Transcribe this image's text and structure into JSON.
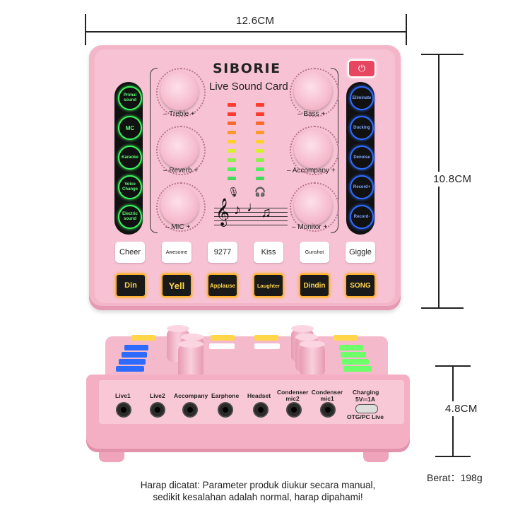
{
  "dimensions": {
    "width": "12.6CM",
    "height": "10.8CM",
    "depth": "4.8CM"
  },
  "brand": {
    "logo": "SIBORIE",
    "product": "Live Sound Card"
  },
  "power_icon": "power-icon",
  "left_buttons": [
    "Primal sound",
    "MC",
    "Karaoke",
    "Voice Change",
    "Electric sound"
  ],
  "right_buttons": [
    "Eliminate",
    "Ducking",
    "Denoise",
    "Record+",
    "Record-"
  ],
  "knobs": {
    "treble": "– Treble +",
    "reverb": "– Reverb +",
    "mic": "–   MIC   +",
    "bass": "– Bass +",
    "accompany": "– Accompany +",
    "monitor": "– Monitor +"
  },
  "sfx_white": [
    "Cheer",
    "Awesome",
    "9277",
    "Kiss",
    "Gunshot",
    "Giggle"
  ],
  "sfx_black": [
    "Din",
    "Yell",
    "Applause",
    "Laughter",
    "Dindin",
    "SONG"
  ],
  "ports": {
    "live1": "Live1",
    "live2": "Live2",
    "accompany": "Accompany",
    "earphone": "Earphone",
    "headset": "Headset",
    "condenser_mic2": "Condenser mic2",
    "condenser_mic1": "Condenser mic1",
    "charging": "Charging",
    "charging_spec": "5V⎓1A",
    "otg": "OTG/PC Live"
  },
  "note_line1": "Harap dicatat: Parameter produk diukur secara manual,",
  "note_line2": "sedikit kesalahan adalah normal, harap dipahami!",
  "weight": "Berat：198g",
  "colors": {
    "body_pink": "#f3b6c9",
    "green_glow": "#3bf25c",
    "blue_glow": "#2d6bff",
    "amber_glow": "#ffb22c",
    "power_red": "#e84560"
  }
}
